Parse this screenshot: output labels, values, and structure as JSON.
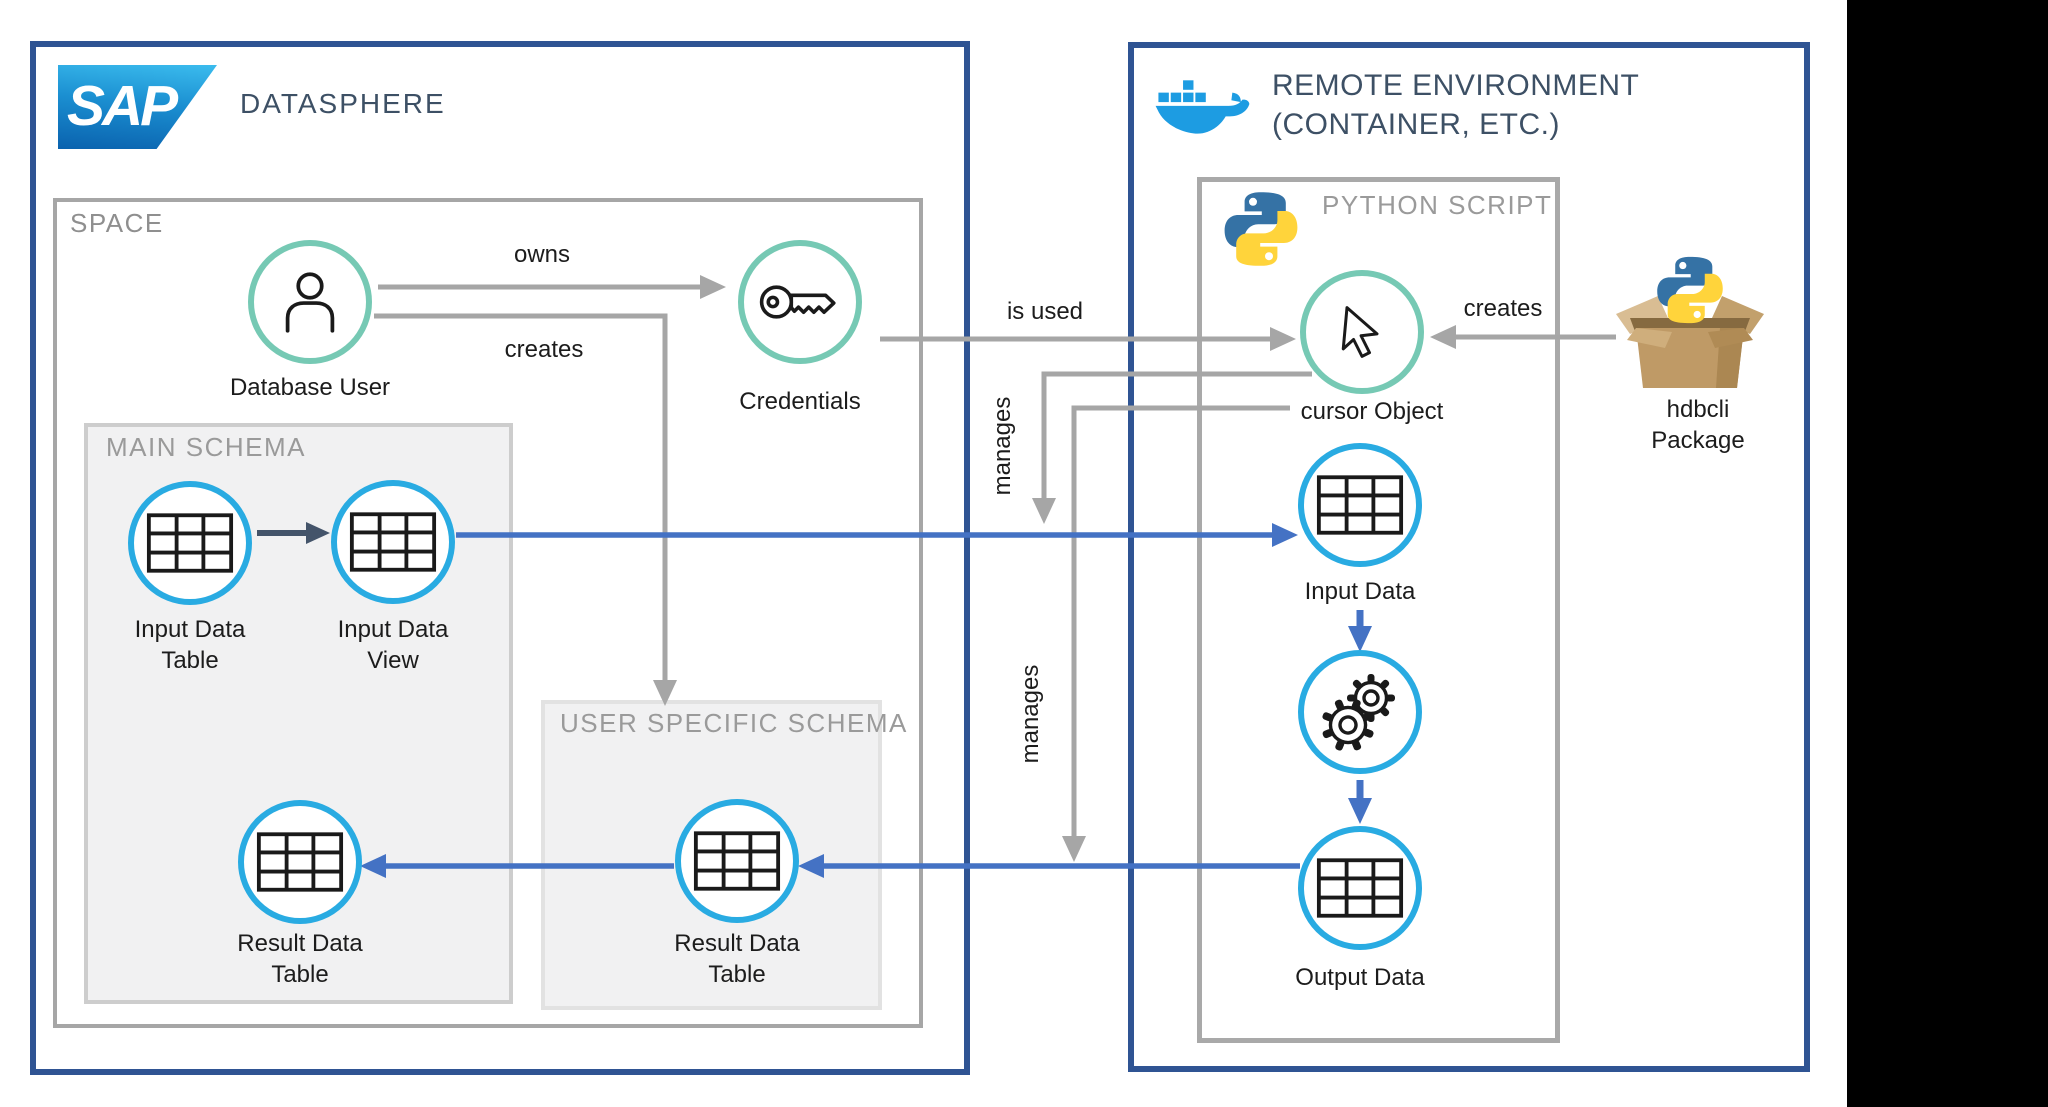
{
  "datasphere": {
    "brand": "SAP",
    "title": "DATASPHERE",
    "space": {
      "label": "SPACE",
      "database_user": "Database User",
      "credentials": "Credentials",
      "main_schema": {
        "label": "MAIN SCHEMA",
        "input_data_table": "Input Data\nTable",
        "input_data_view": "Input Data\nView",
        "result_data_table": "Result Data\nTable"
      },
      "user_schema": {
        "label": "USER SPECIFIC SCHEMA",
        "result_data_table": "Result Data\nTable"
      }
    }
  },
  "remote": {
    "title": "REMOTE ENVIRONMENT\n(CONTAINER, ETC.)",
    "python_script": {
      "label": "PYTHON SCRIPT",
      "cursor_object": "cursor Object",
      "input_data": "Input Data",
      "output_data": "Output Data"
    },
    "hdbcli_package": "hdbcli\nPackage"
  },
  "edges": {
    "owns": "owns",
    "creates_user": "creates",
    "is_used": "is used",
    "manages_1": "manages",
    "manages_2": "manages",
    "creates_package": "creates"
  },
  "colors": {
    "outer_border_blue": "#2f5493",
    "gray_line": "#a6a6a6",
    "teal_ring": "#76c9b4",
    "blue_ring": "#29abe2",
    "royal_blue_arrow": "#4472c4",
    "slate_arrow": "#44546a",
    "schema_fill": "#f1f1f2",
    "label_gray": "#9a9a9a",
    "title_slate": "#3d5065",
    "docker_blue": "#1d9ce2",
    "python_blue": "#3572a5",
    "python_yellow": "#ffd43b",
    "sap_gradient_top": "#3bbcee",
    "sap_gradient_bottom": "#0a62ae",
    "package_tan": "#bf9a66"
  }
}
